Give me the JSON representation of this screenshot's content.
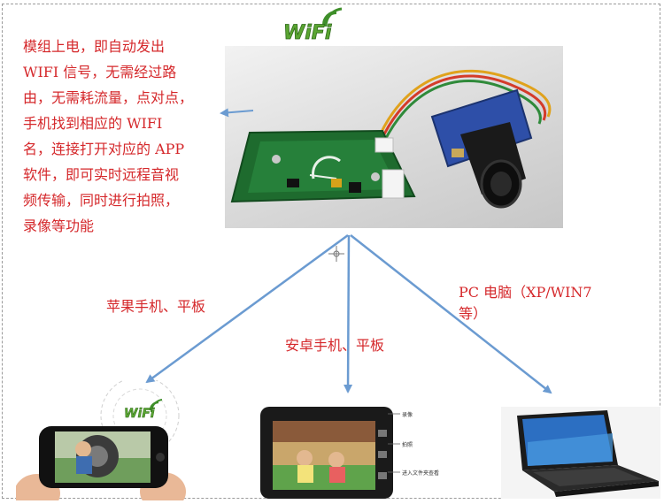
{
  "description": {
    "lines": [
      "模组上电，即自动发出",
      "WIFI 信号，无需经过路",
      "由，无需耗流量，点对点，",
      "手机找到相应的 WIFI",
      "名，连接打开对应的 APP",
      "软件，即可实时远程音视",
      "频传输，同时进行拍照，",
      "录像等功能"
    ]
  },
  "logo_text": "WiFi",
  "targets": {
    "iphone": "苹果手机、平板",
    "android": "安卓手机、平板",
    "pc_line1": "PC 电脑（XP/WIN7",
    "pc_line2": "等）"
  },
  "phone_annotations": [
    "录像",
    "拍照",
    "进入文件夹查看"
  ],
  "colors": {
    "text_red": "#d5282b",
    "arrow_blue": "#6b9bd1",
    "board_green": "#1e6b2e"
  }
}
